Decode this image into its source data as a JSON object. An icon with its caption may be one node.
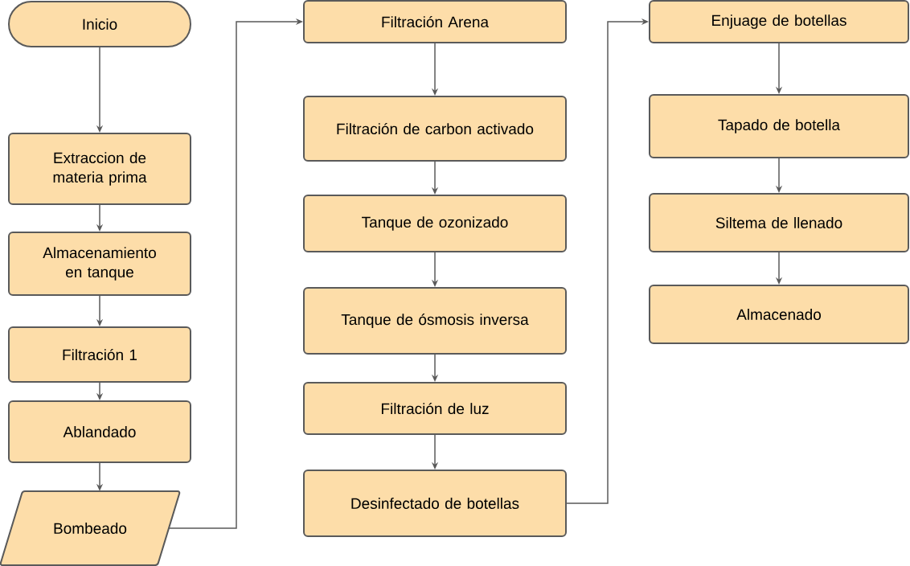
{
  "diagram": {
    "nodes": [
      {
        "text": [
          "Inicio"
        ]
      },
      {
        "text": [
          "Extraccion de materia prima"
        ]
      },
      {
        "text": [
          "Almacenamiento en tanque"
        ]
      },
      {
        "text": [
          "Filtración 1"
        ]
      },
      {
        "text": [
          "Ablandado"
        ]
      },
      {
        "text": [
          "Bombeado"
        ]
      },
      {
        "text": [
          "Filtración Arena"
        ]
      },
      {
        "text": [
          "Filtración de carbon activado"
        ]
      },
      {
        "text": [
          "Tanque de ozonizado"
        ]
      },
      {
        "text": [
          "Tanque de ósmosis inversa"
        ]
      },
      {
        "text": [
          "Filtración de luz"
        ]
      },
      {
        "text": [
          "Desinfectado de botellas"
        ]
      },
      {
        "text": [
          "Enjuage de botellas"
        ]
      },
      {
        "text": [
          "Tapado de botella"
        ]
      },
      {
        "text": [
          "Siltema de llenado"
        ]
      },
      {
        "text": [
          "Almacenado"
        ]
      }
    ],
    "edges": [
      {
        "from": 0,
        "to": 1,
        "arrow": "to"
      },
      {
        "from": 1,
        "to": 2,
        "arrow": "to"
      },
      {
        "from": 2,
        "to": 3,
        "arrow": "to"
      },
      {
        "from": 3,
        "to": 4,
        "arrow": "to"
      },
      {
        "from": 4,
        "to": 5,
        "arrow": "to"
      },
      {
        "from": 5,
        "to": 6,
        "arrow": "to"
      },
      {
        "from": 6,
        "to": 7,
        "arrow": "to"
      },
      {
        "from": 7,
        "to": 8,
        "arrow": "to"
      },
      {
        "from": 8,
        "to": 9,
        "arrow": "to"
      },
      {
        "from": 9,
        "to": 10,
        "arrow": "to"
      },
      {
        "from": 10,
        "to": 11,
        "arrow": "to"
      },
      {
        "from": 11,
        "to": 12,
        "arrow": "to"
      },
      {
        "from": 12,
        "to": 13,
        "arrow": "to"
      },
      {
        "from": 13,
        "to": 14,
        "arrow": "to"
      },
      {
        "from": 14,
        "to": 15,
        "arrow": "to"
      }
    ]
  }
}
